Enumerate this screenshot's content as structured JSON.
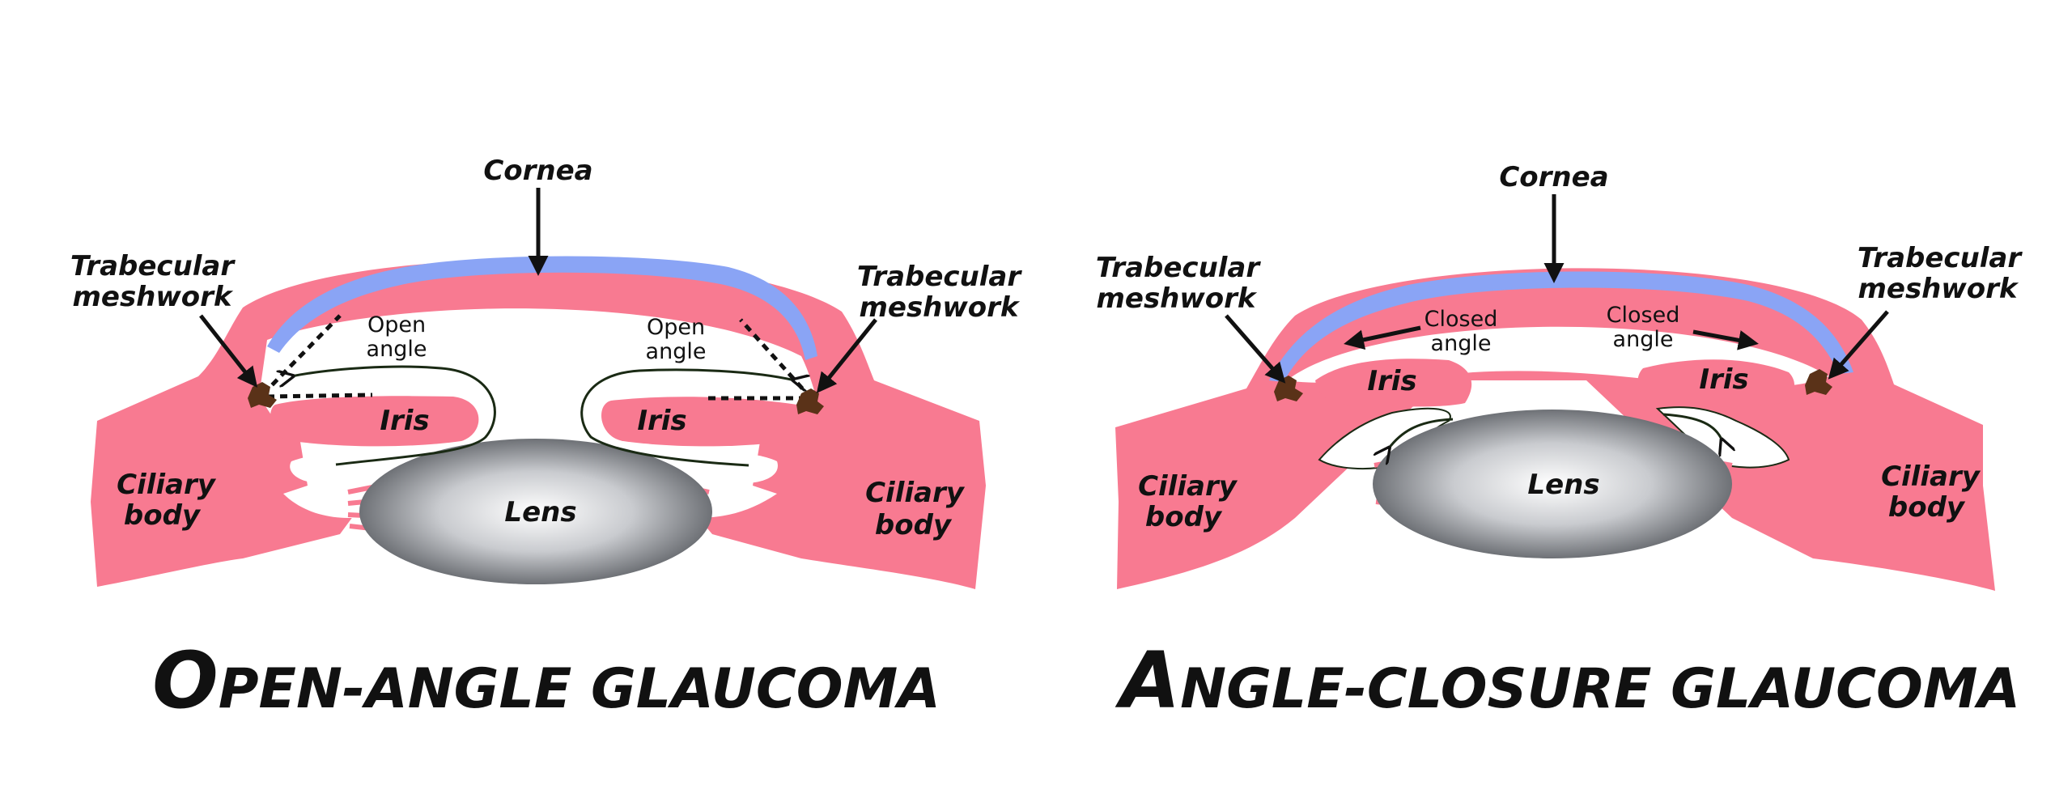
{
  "colors": {
    "tissue": "#f87a91",
    "cornea_inner": "#8aa4f5",
    "lens_dark": "#6e7176",
    "lens_light": "#ffffff",
    "meshwork": "#5a3218",
    "ink": "#111111"
  },
  "open_angle": {
    "title_first": "O",
    "title_rest": "PEN-ANGLE GLAUCOMA",
    "cornea": "Cornea",
    "meshwork_left_1": "Trabecular",
    "meshwork_left_2": "meshwork",
    "meshwork_right_1": "Trabecular",
    "meshwork_right_2": "meshwork",
    "angle_left_1": "Open",
    "angle_left_2": "angle",
    "angle_right_1": "Open",
    "angle_right_2": "angle",
    "iris_left": "Iris",
    "iris_right": "Iris",
    "ciliary_left_1": "Ciliary",
    "ciliary_left_2": "body",
    "ciliary_right_1": "Ciliary",
    "ciliary_right_2": "body",
    "lens": "Lens"
  },
  "closed_angle": {
    "title_first": "A",
    "title_rest": "NGLE-CLOSURE GLAUCOMA",
    "cornea": "Cornea",
    "meshwork_left_1": "Trabecular",
    "meshwork_left_2": "meshwork",
    "meshwork_right_1": "Trabecular",
    "meshwork_right_2": "meshwork",
    "angle_left_1": "Closed",
    "angle_left_2": "angle",
    "angle_right_1": "Closed",
    "angle_right_2": "angle",
    "iris_left": "Iris",
    "iris_right": "Iris",
    "ciliary_left_1": "Ciliary",
    "ciliary_left_2": "body",
    "ciliary_right_1": "Ciliary",
    "ciliary_right_2": "body",
    "lens": "Lens"
  }
}
